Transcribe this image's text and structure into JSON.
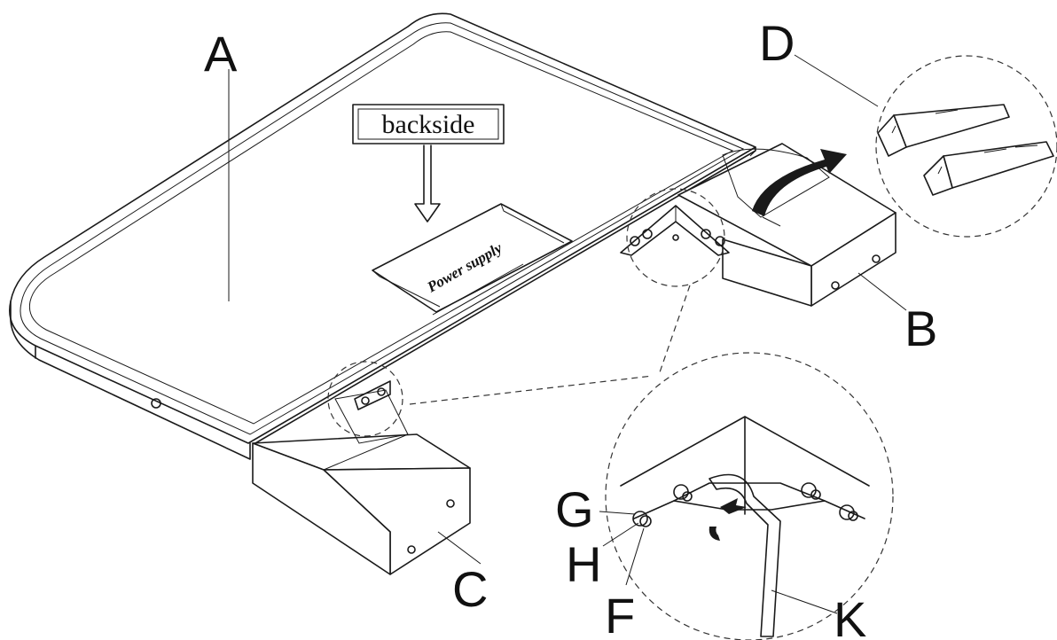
{
  "labels": {
    "a": "A",
    "b": "B",
    "c": "C",
    "d": "D",
    "g": "G",
    "h": "H",
    "f": "F",
    "k": "K"
  },
  "callouts": {
    "backside": "backside",
    "power_supply": "Power supply"
  }
}
